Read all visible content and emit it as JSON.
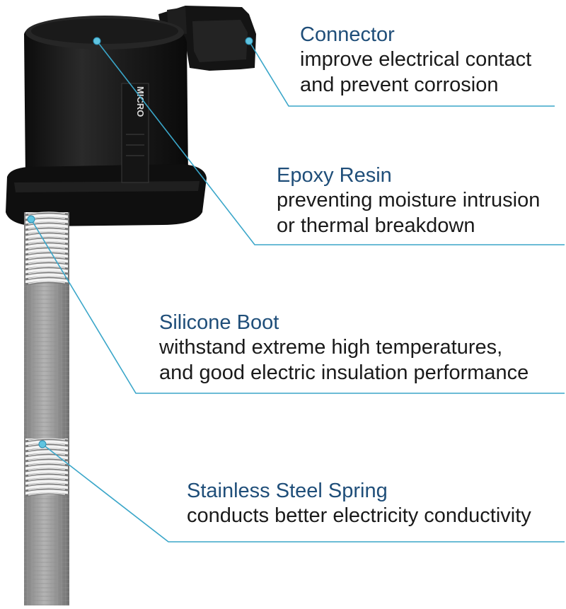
{
  "callouts": {
    "connector": {
      "title": "Connector",
      "lines": [
        "improve electrical contact",
        "and prevent corrosion"
      ]
    },
    "epoxy": {
      "title": "Epoxy Resin",
      "lines": [
        "preventing moisture intrusion",
        "or thermal breakdown"
      ]
    },
    "boot": {
      "title": "Silicone Boot",
      "lines": [
        "withstand extreme high temperatures,",
        "and good electric insulation performance"
      ]
    },
    "spring": {
      "title": "Stainless Steel Spring",
      "lines": [
        "conducts better electricity conductivity"
      ]
    }
  },
  "product_label": {
    "brand": "MICRO"
  },
  "colors": {
    "title": "#1f4e79",
    "leader_line": "#3aa6c9",
    "dot": "#5fc4e0",
    "coil_body": "#1b1b1b",
    "boot": "#9a9a9a"
  }
}
